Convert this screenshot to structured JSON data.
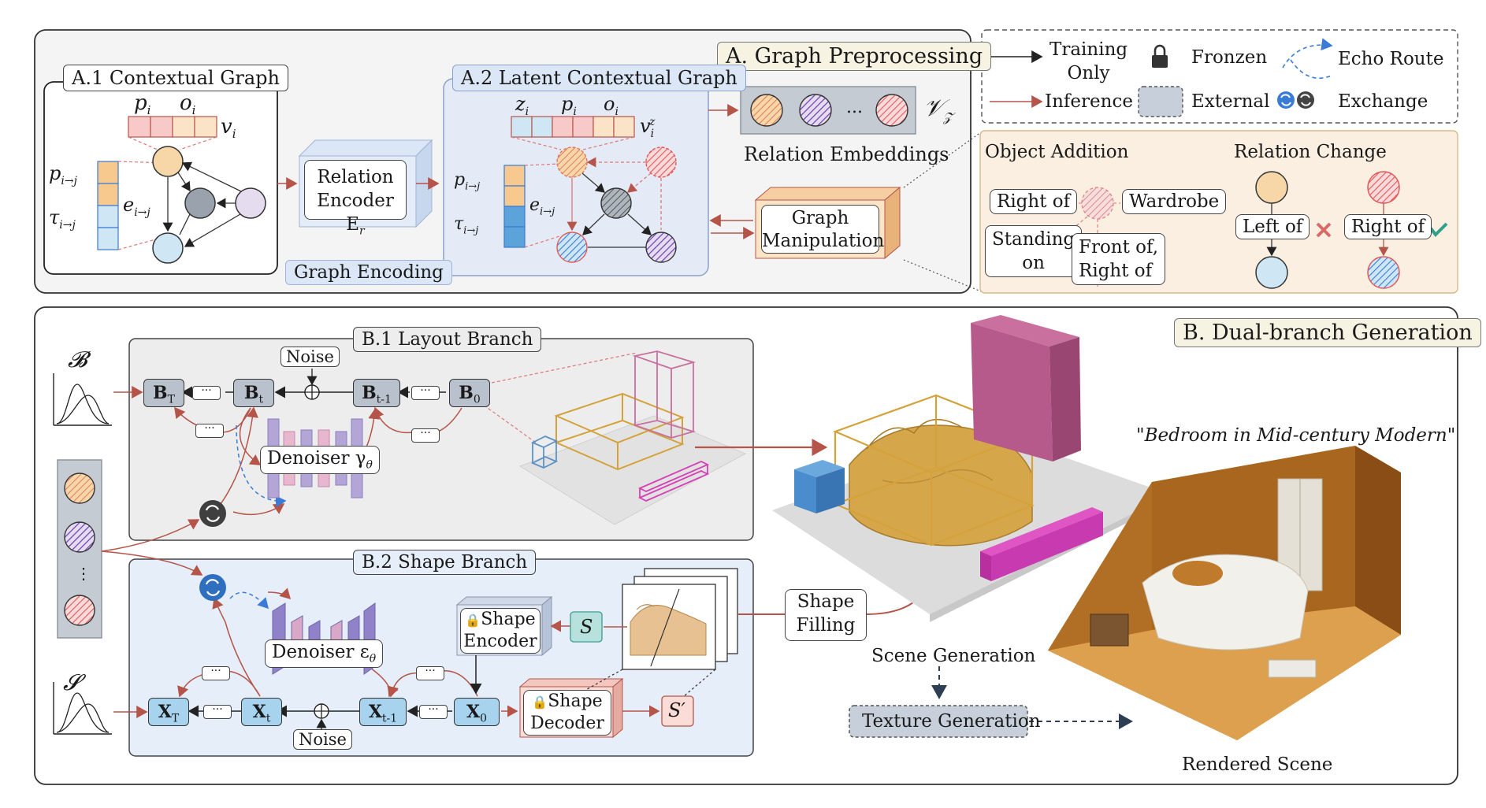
{
  "graph_preprocessing": {
    "title": "A. Graph Preprocessing",
    "contextual_graph": {
      "title": "A.1 Contextual Graph",
      "p_i": "p",
      "o_i": "o",
      "v_i": "v",
      "p_ij": "p",
      "tau_ij": "τ",
      "e_ij": "e"
    },
    "relation_encoder": {
      "line1": "Relation",
      "line2": "Encoder E"
    },
    "graph_encoding": "Graph Encoding",
    "latent_graph": {
      "title": "A.2 Latent Contextual Graph",
      "z_i": "z",
      "p_i": "p",
      "o_i": "o",
      "v_iz": "v",
      "p_ij": "p",
      "tau_ij": "τ",
      "e_ij": "e"
    },
    "relation_embeddings": "Relation Embeddings",
    "v_z": "𝒱",
    "ellipsis": "...",
    "graph_manipulation": {
      "line1": "Graph",
      "line2": "Manipulation"
    }
  },
  "legend": {
    "training_only": [
      "Training",
      "Only"
    ],
    "inference": "Inference",
    "frozen": "Fronzen",
    "external": "External",
    "echo_route": "Echo Route",
    "exchange": "Exchange"
  },
  "manipulation": {
    "object_addition": "Object Addition",
    "relation_change": "Relation Change",
    "right_of": "Right of",
    "wardrobe": "Wardrobe",
    "standing_on": [
      "Standing",
      "on"
    ],
    "front_right": [
      "Front of,",
      "Right of"
    ],
    "left_of": "Left of",
    "right_of_2": "Right of"
  },
  "dual_branch": {
    "title": "B. Dual-branch Generation",
    "b_symbol": "𝓑",
    "s_symbol": "𝓢",
    "layout": {
      "title": "B.1 Layout Branch",
      "noise": "Noise",
      "bt_big": "B",
      "bt": "B",
      "bt1": "B",
      "b0": "B",
      "denoiser": "Denoiser γ"
    },
    "shape": {
      "title": "B.2 Shape Branch",
      "noise": "Noise",
      "denoiser": "Denoiser ε",
      "shape_encoder": [
        "Shape",
        "Encoder"
      ],
      "shape_decoder": [
        "Shape",
        "Decoder"
      ],
      "s": "S",
      "s_prime": "S′"
    },
    "shape_filling": [
      "Shape",
      "Filling"
    ],
    "scene_generation": "Scene Generation",
    "texture_generation": "Texture Generation",
    "caption": "\"Bedroom in Mid-century Modern\"",
    "rendered_scene": "Rendered Scene"
  },
  "colors": {
    "training_arrow": "#222222",
    "inference_arrow": "#b5554a",
    "echo": "#3a7bd5",
    "peach": "#f7d6a8",
    "gray_node": "#9aa3ad",
    "lavender": "#e6dcef",
    "light_blue": "#cfe6f5",
    "hatched_purple": "#8a5ac9",
    "hatched_red": "#e05a5a"
  }
}
